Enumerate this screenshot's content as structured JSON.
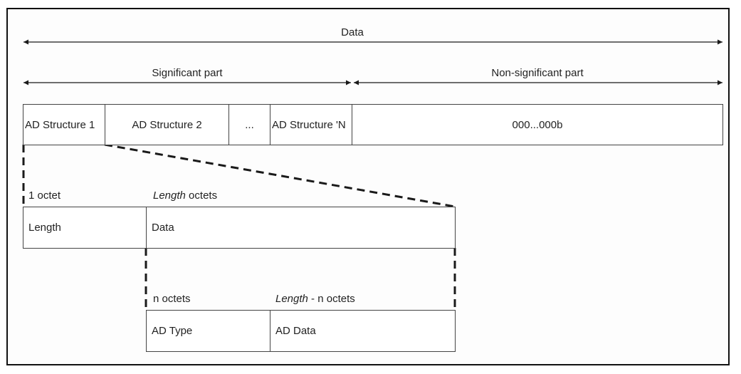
{
  "diagram": {
    "arrows": {
      "data": {
        "label": "Data"
      },
      "significant": {
        "label": "Significant part"
      },
      "non_significant": {
        "label": "Non-significant part"
      }
    },
    "row1": {
      "cells": [
        {
          "label": "AD Structure 1"
        },
        {
          "label": "AD Structure 2"
        },
        {
          "label": "..."
        },
        {
          "label": "AD Structure 'N"
        },
        {
          "label": "000...000b"
        }
      ]
    },
    "row2": {
      "size_labels": [
        {
          "italic": "",
          "text": "1 octet"
        },
        {
          "italic": "Length",
          "text": " octets"
        }
      ],
      "cells": [
        {
          "label": "Length"
        },
        {
          "label": "Data"
        }
      ]
    },
    "row3": {
      "size_labels": [
        {
          "italic": "",
          "text": "n octets"
        },
        {
          "italic": "Length",
          "text": " - n octets"
        }
      ],
      "cells": [
        {
          "label": "AD Type"
        },
        {
          "label": "AD Data"
        }
      ]
    },
    "colors": {
      "line": "#1a1a1a",
      "frame": "#111111",
      "background": "#ffffff"
    }
  }
}
